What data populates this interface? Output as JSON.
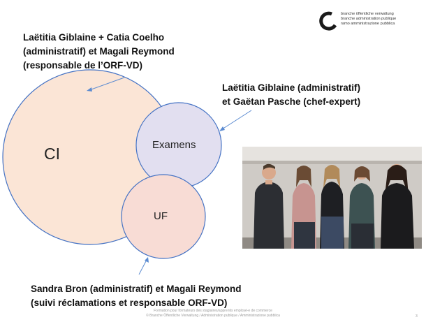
{
  "logo": {
    "lines": [
      "branche öffentliche verwaltung",
      "branche administration publique",
      "ramo amministrazione pubblica"
    ]
  },
  "texts": {
    "top_left": [
      "Laëtitia Giblaine + Catia Coelho",
      "(administratif) et Magali Reymond",
      "(responsable de l’ORF-VD)"
    ],
    "top_right": [
      "Laëtitia Giblaine (administratif)",
      "et Gaëtan Pasche (chef-expert)"
    ],
    "bottom": [
      "Sandra Bron (administratif) et Magali Reymond",
      "(suivi réclamations et responsable ORF-VD)"
    ]
  },
  "circles": {
    "ci": "CI",
    "examens": "Examens",
    "uf": "UF"
  },
  "footer": {
    "line1": "Formation pour formateurs des stagiaires/apprentis employé-e de commerce",
    "line2": "© Branche Öffentliche Verwaltung / Administration publique / Amministrazione pubblica"
  },
  "page_number": "3",
  "colors": {
    "ci_fill": "#fbe5d6",
    "examens_fill": "#e2dff0",
    "uf_fill": "#f8dcd5",
    "circle_stroke": "#4472c4"
  }
}
